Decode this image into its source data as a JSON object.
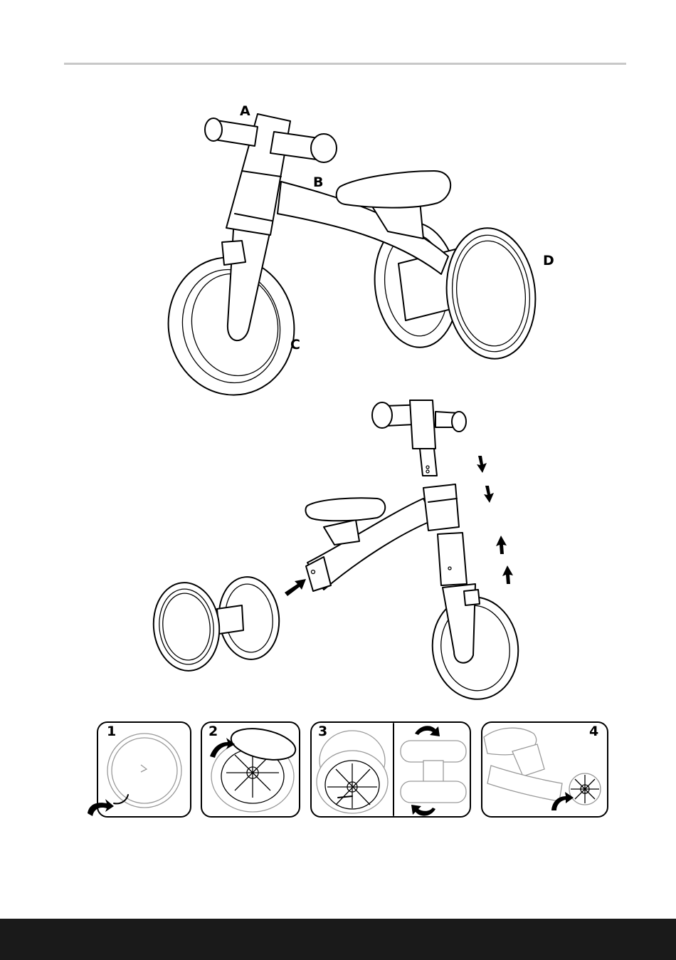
{
  "labels": {
    "a": "A",
    "b": "B",
    "c": "C",
    "d": "D"
  },
  "steps": [
    {
      "number": "1"
    },
    {
      "number": "2"
    },
    {
      "number": "3"
    },
    {
      "number": "4"
    }
  ],
  "colors": {
    "ink": "#000000",
    "rule": "#c8c8c8",
    "footer": "#1a1a1a",
    "light_ink": "#9a9a9a"
  }
}
